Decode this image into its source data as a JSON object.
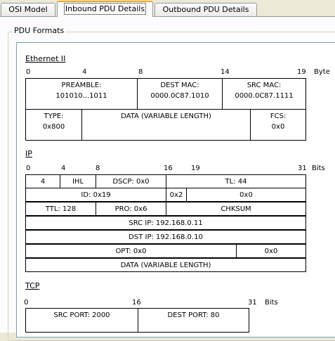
{
  "tabs": [
    {
      "label": "OSI Model"
    },
    {
      "label": "Inbound PDU Details"
    },
    {
      "label": "Outbound PDU Details"
    }
  ],
  "group_title": "PDU Formats",
  "ethernet": {
    "title": "Ethernet II",
    "ruler": [
      "0",
      "4",
      "8",
      "14",
      "19"
    ],
    "unit": "Byte",
    "preamble_label": "PREAMBLE:",
    "preamble_value": "101010...1011",
    "dest_mac_label": "DEST MAC:",
    "dest_mac_value": "0000.0C87.1010",
    "src_mac_label": "SRC MAC:",
    "src_mac_value": "0000.0C87.1111",
    "type_label": "TYPE:",
    "type_value": "0x800",
    "data": "DATA (VARIABLE LENGTH)",
    "fcs_label": "FCS:",
    "fcs_value": "0x0"
  },
  "ip": {
    "title": "IP",
    "ruler": [
      "0",
      "4",
      "8",
      "16",
      "19",
      "31"
    ],
    "unit": "Bits",
    "version": "4",
    "ihl": "IHL",
    "dscp": "DSCP: 0x0",
    "tl": "TL: 44",
    "id": "ID: 0x19",
    "flags": "0x2",
    "frag_offset": "0x0",
    "ttl": "TTL: 128",
    "pro": "PRO: 0x6",
    "chksum": "CHKSUM",
    "src_ip": "SRC IP: 192.168.0.11",
    "dst_ip": "DST IP: 192.168.0.10",
    "opt": "OPT: 0x0",
    "padding": "0x0",
    "data": "DATA (VARIABLE LENGTH)"
  },
  "tcp": {
    "title": "TCP",
    "ruler": [
      "0",
      "16",
      "31"
    ],
    "unit": "Bits",
    "src_port": "SRC PORT: 2000",
    "dest_port": "DEST PORT: 80"
  }
}
